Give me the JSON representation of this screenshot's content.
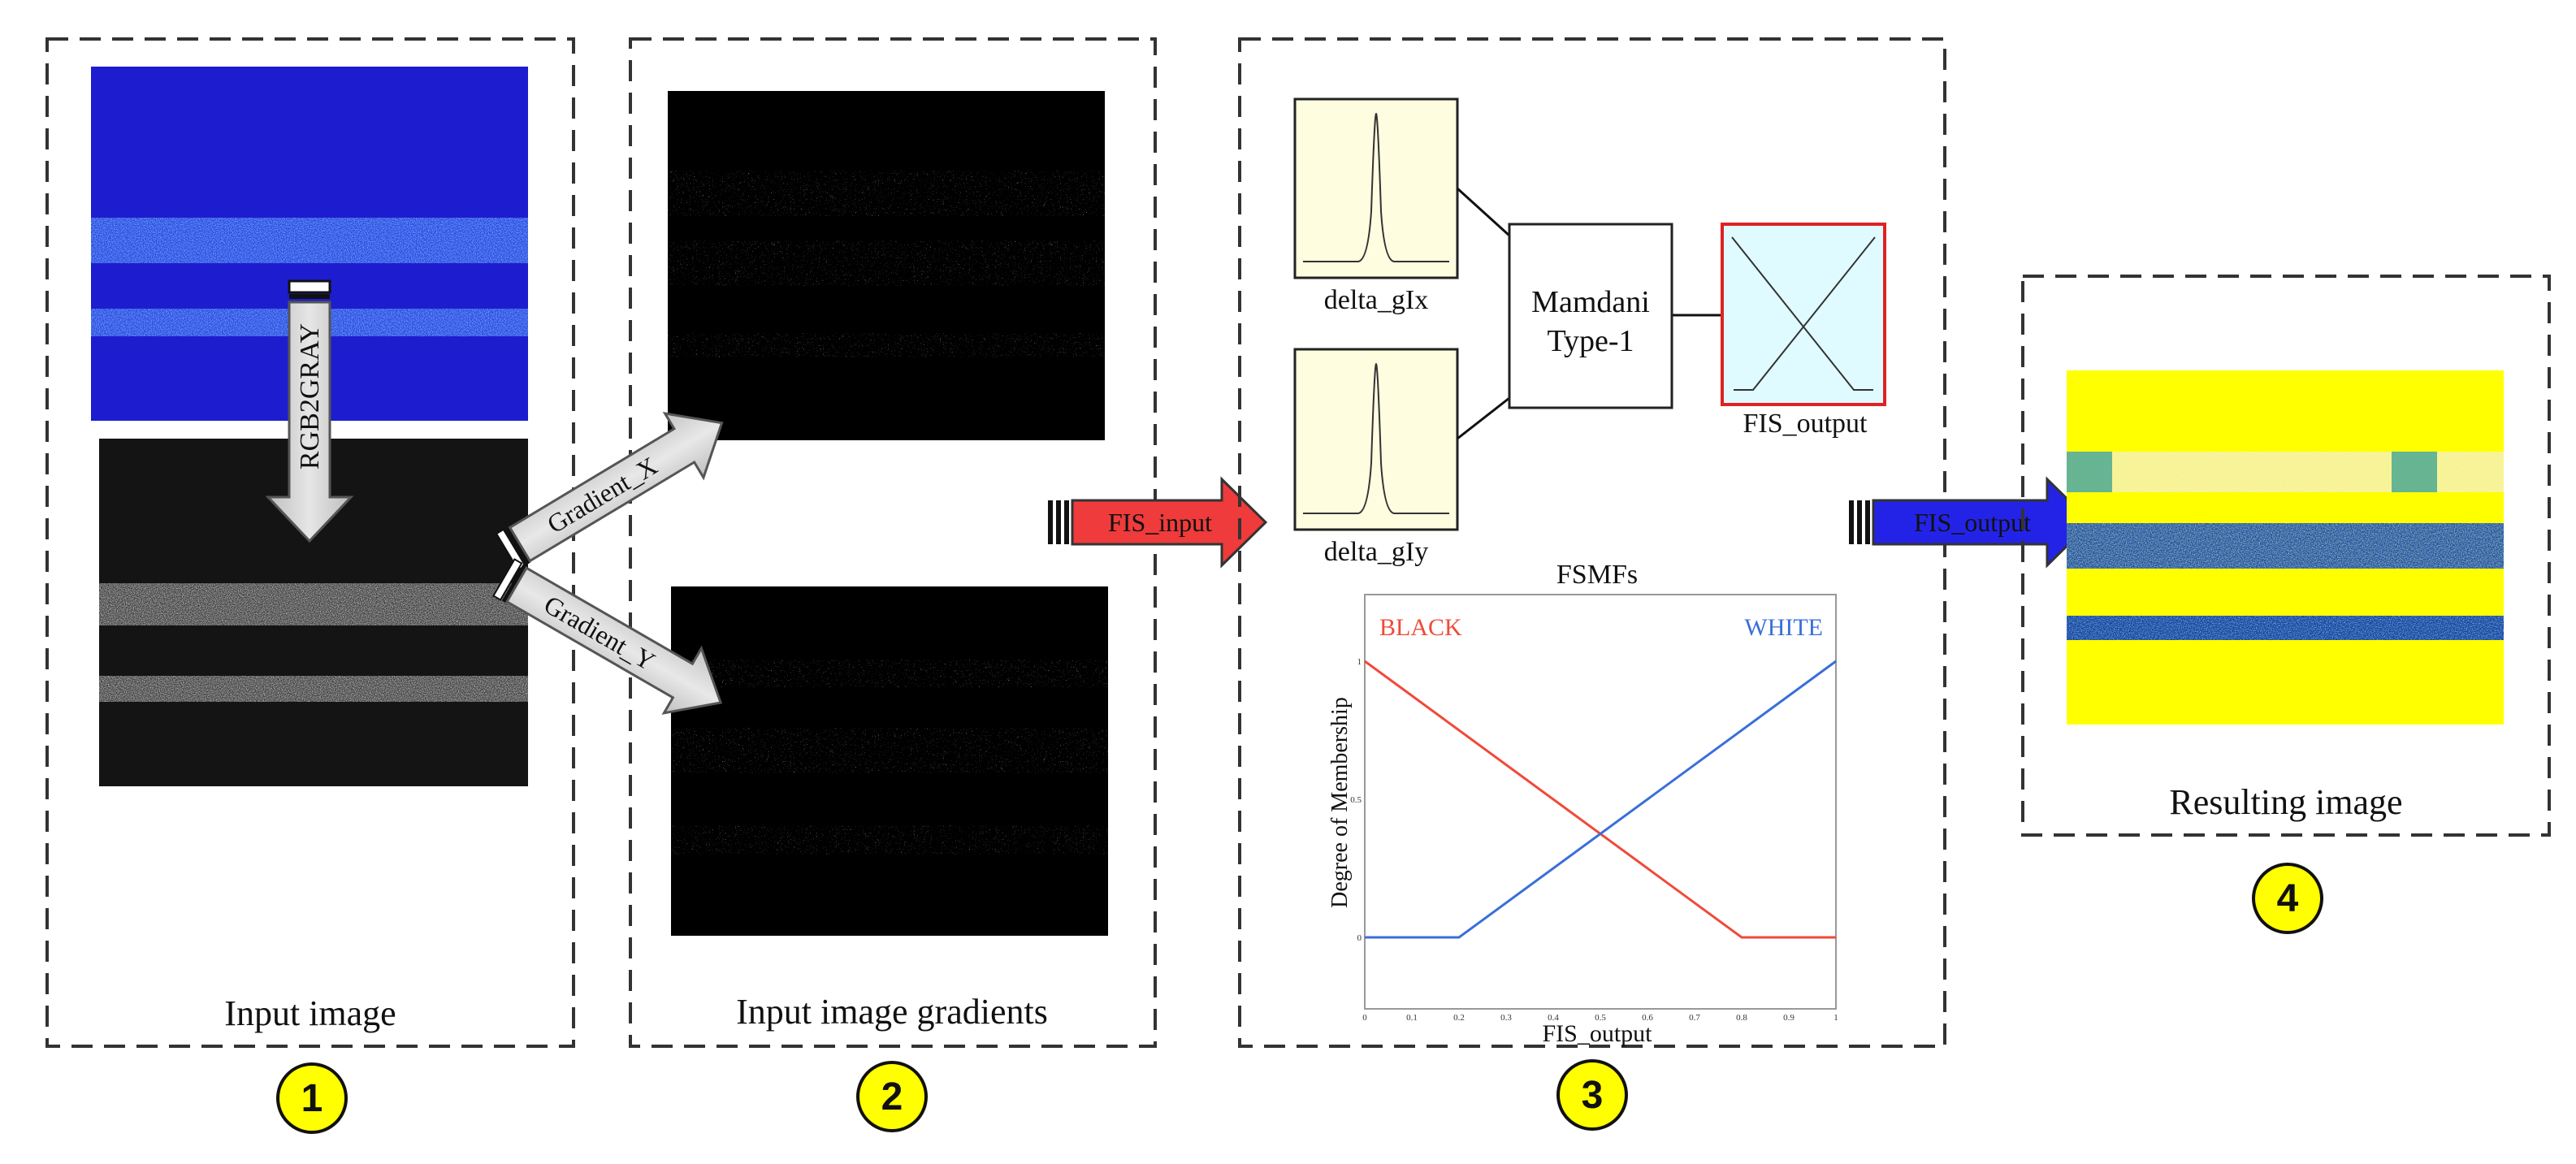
{
  "panels": [
    {
      "label": "Input image",
      "number": "1"
    },
    {
      "label": "Input image gradients",
      "number": "2"
    },
    {
      "label": "",
      "number": "3"
    },
    {
      "label": "Resulting image",
      "number": "4"
    }
  ],
  "arrows": {
    "rgb2gray": "RGB2GRAY",
    "gradient_x": "Gradient_X",
    "gradient_y": "Gradient_Y",
    "fis_input": "FIS_input",
    "fis_output": "FIS_output"
  },
  "fis": {
    "input1": "delta_gIx",
    "input2": "delta_gIy",
    "engine_line1": "Mamdani",
    "engine_line2": "Type-1",
    "output": "FIS_output"
  },
  "membership_plot": {
    "title": "FSMFs",
    "ylabel": "Degree of Membership",
    "xlabel": "FIS_output",
    "series": [
      {
        "name": "BLACK",
        "x": [
          0,
          0.8,
          1
        ],
        "y": [
          1,
          0,
          0
        ]
      },
      {
        "name": "WHITE",
        "x": [
          0,
          0.2,
          1
        ],
        "y": [
          0,
          0,
          1
        ]
      }
    ],
    "xticks": [
      "0",
      "0.1",
      "0.2",
      "0.3",
      "0.4",
      "0.5",
      "0.6",
      "0.7",
      "0.8",
      "0.9",
      "1"
    ],
    "yticks": [
      "0",
      "0.5",
      "1"
    ]
  },
  "colors": {
    "black_mf": "#f04a3a",
    "white_mf": "#3a6fd8",
    "fis_input_arrow": "#ef3b3b",
    "fis_output_arrow": "#2323e8",
    "badge": "#ffff00",
    "input_image_blue": "#1a1ad0",
    "result_yellow": "#ffff00"
  }
}
